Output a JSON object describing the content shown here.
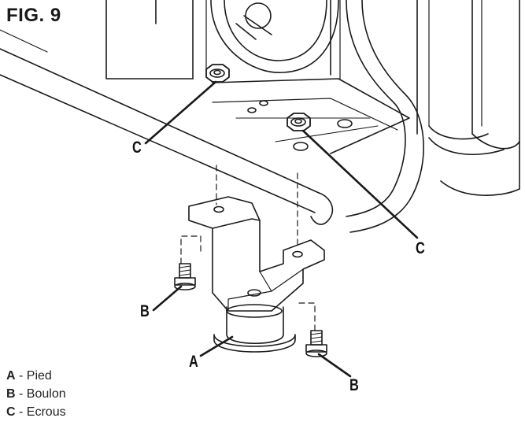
{
  "figure": {
    "title": "FIG. 9"
  },
  "callouts": {
    "c_left": "C",
    "c_right": "C",
    "b_left": "B",
    "b_right": "B",
    "a": "A"
  },
  "legend": [
    {
      "letter": "A",
      "separator": "-",
      "text": "Pied"
    },
    {
      "letter": "B",
      "separator": "-",
      "text": "Boulon"
    },
    {
      "letter": "C",
      "separator": "-",
      "text": "Ecrous"
    }
  ]
}
